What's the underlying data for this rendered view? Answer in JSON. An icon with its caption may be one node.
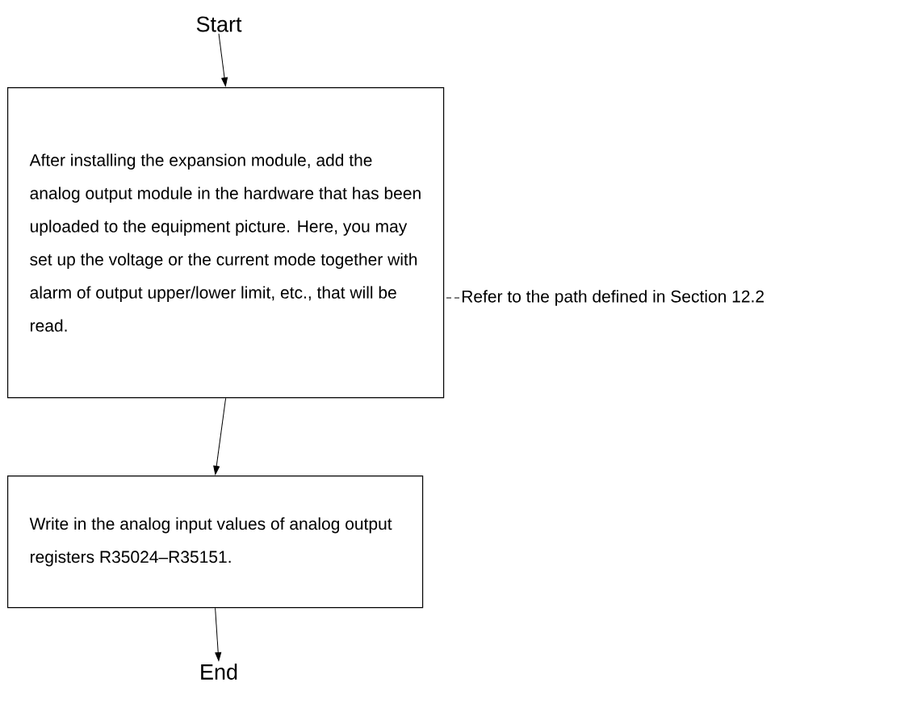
{
  "diagram": {
    "nodes": [
      {
        "text": [
          "Start"
        ]
      },
      {
        "text": [
          "After installing the expansion module, add the analog output module in the hardware that has been uploaded to the equipment picture. Here, you may set up the voltage or the current mode together with alarm of output upper/lower limit, etc., that will be read."
        ]
      },
      {
        "text": [
          "Refer to the path defined in Section 12.2"
        ]
      },
      {
        "text": [
          "Write in the analog input values of analog output registers R35024–R35151."
        ]
      },
      {
        "text": [
          "End"
        ]
      }
    ],
    "edges": [
      {
        "from": 0,
        "to": 1,
        "arrow": "to"
      },
      {
        "from": 2,
        "to": 1,
        "arrow": "none",
        "style": "dashed"
      },
      {
        "from": 1,
        "to": 3,
        "arrow": "to"
      },
      {
        "from": 3,
        "to": 4,
        "arrow": "to"
      }
    ]
  }
}
